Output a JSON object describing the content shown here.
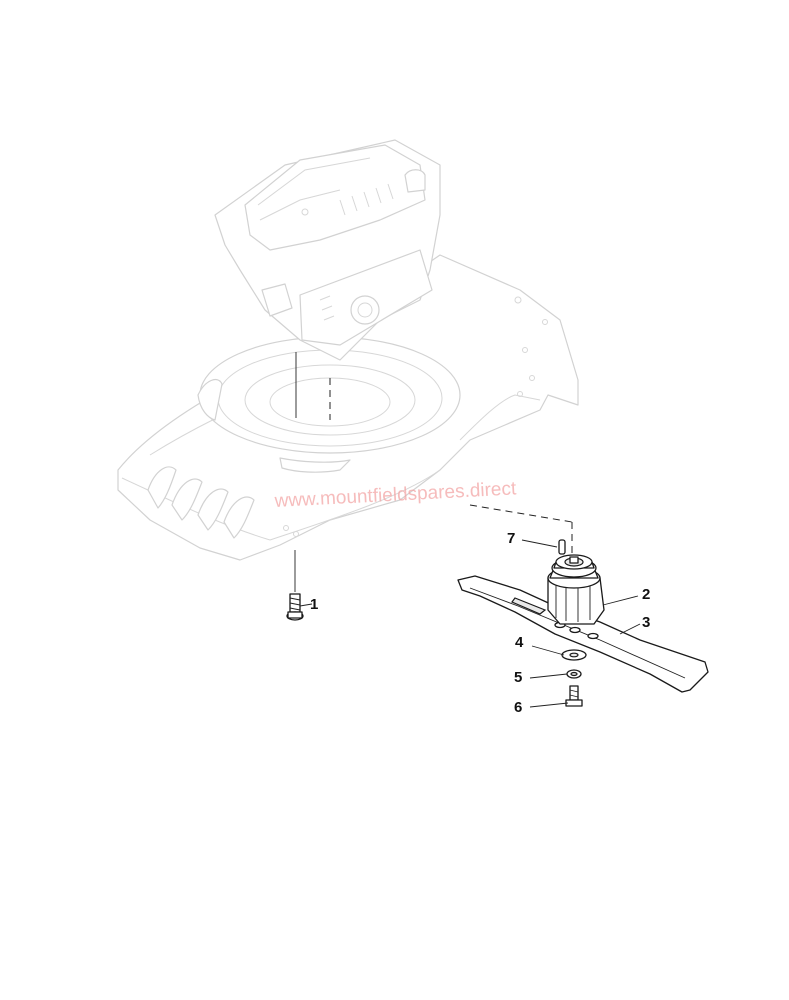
{
  "watermark": "www.mountfieldspares.direct",
  "callouts": [
    "1",
    "2",
    "3",
    "4",
    "5",
    "6",
    "7"
  ],
  "parts": {
    "p1": "1",
    "p2": "2",
    "p3": "3",
    "p4": "4",
    "p5": "5",
    "p6": "6",
    "p7": "7"
  },
  "colors": {
    "ghost_line": "#d2d2d2",
    "part_line": "#1a1a1a",
    "watermark": "#f3a6a6"
  }
}
